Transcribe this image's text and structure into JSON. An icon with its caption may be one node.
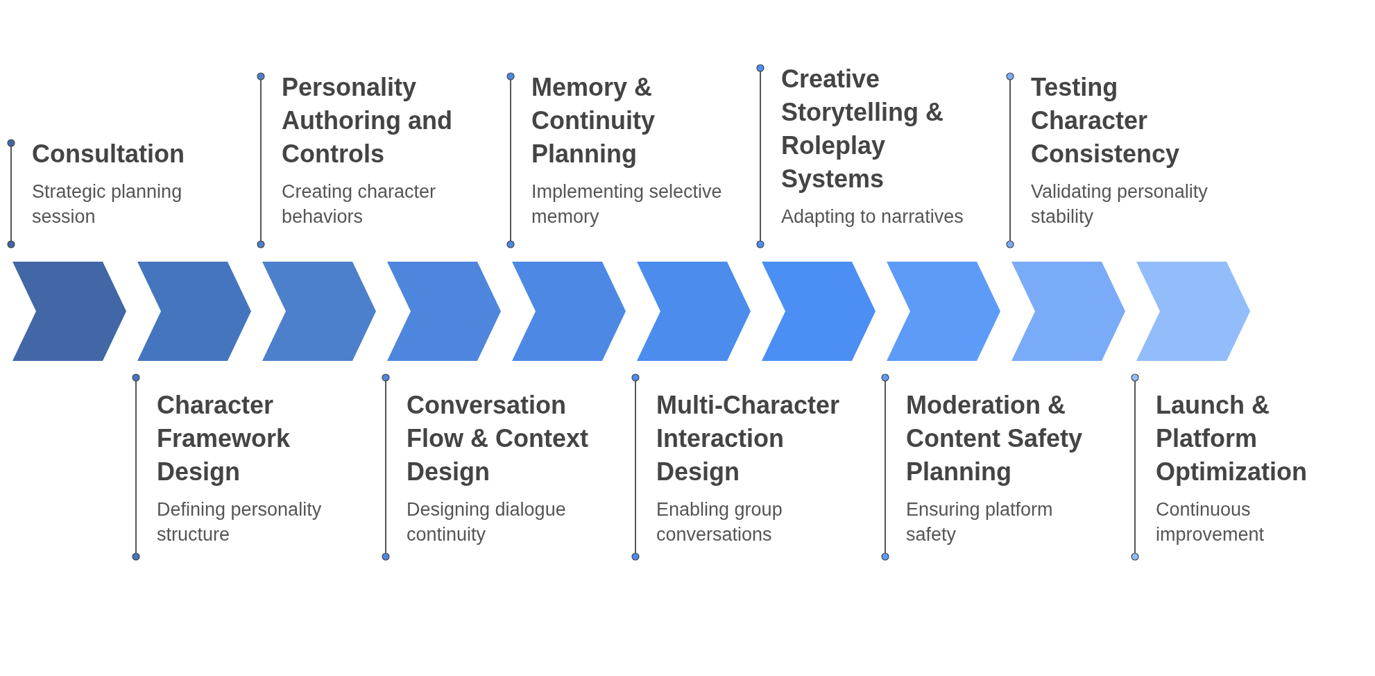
{
  "diagram": {
    "nodes": [
      {
        "text": [],
        "shape": "chevron",
        "beside": [
          "Consultation",
          "Strategic planning session"
        ]
      },
      {
        "text": [],
        "shape": "chevron",
        "beside": [
          "Character Framework Design",
          "Defining personality structure"
        ]
      },
      {
        "text": [],
        "shape": "chevron",
        "beside": [
          "Personality Authoring and Controls",
          "Creating character behaviors"
        ]
      },
      {
        "text": [],
        "shape": "chevron",
        "beside": [
          "Conversation Flow & Context Design",
          "Designing dialogue continuity"
        ]
      },
      {
        "text": [],
        "shape": "chevron",
        "beside": [
          "Memory & Continuity Planning",
          "Implementing selective memory"
        ]
      },
      {
        "text": [],
        "shape": "chevron",
        "beside": [
          "Multi-Character Interaction Design",
          "Enabling group conversations"
        ]
      },
      {
        "text": [],
        "shape": "chevron",
        "beside": [
          "Creative Storytelling & Roleplay Systems",
          "Adapting to narratives"
        ]
      },
      {
        "text": [],
        "shape": "chevron",
        "beside": [
          "Moderation & Content Safety Planning",
          "Ensuring platform safety"
        ]
      },
      {
        "text": [],
        "shape": "chevron",
        "beside": [
          "Testing Character Consistency",
          "Validating personality stability"
        ]
      },
      {
        "text": [],
        "shape": "chevron",
        "beside": [
          "Launch & Platform Optimization",
          "Continuous improvement"
        ]
      }
    ],
    "edges": []
  }
}
